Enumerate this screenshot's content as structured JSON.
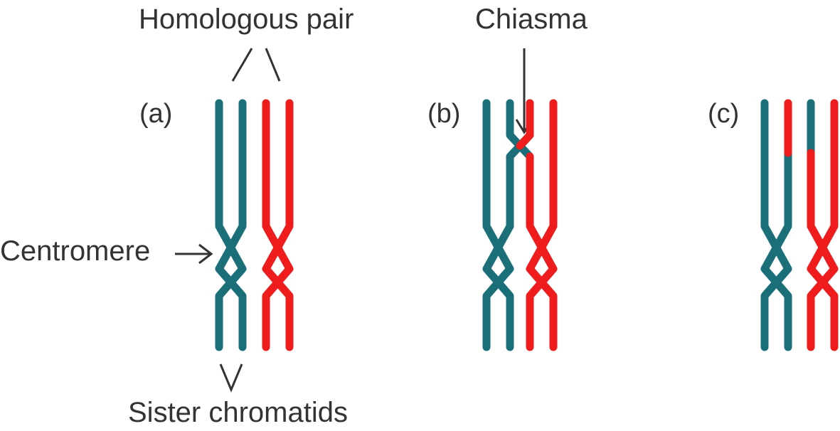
{
  "labels": {
    "homologous_pair": "Homologous pair",
    "chiasma": "Chiasma",
    "centromere": "Centromere",
    "sister_chromatids": "Sister chromatids"
  },
  "panels": [
    {
      "id": "a",
      "label": "(a)"
    },
    {
      "id": "b",
      "label": "(b)"
    },
    {
      "id": "c",
      "label": "(c)"
    }
  ],
  "colors": {
    "chromosome_1": "#1b6f78",
    "chromosome_2": "#ee1c1c",
    "text": "#333333"
  }
}
